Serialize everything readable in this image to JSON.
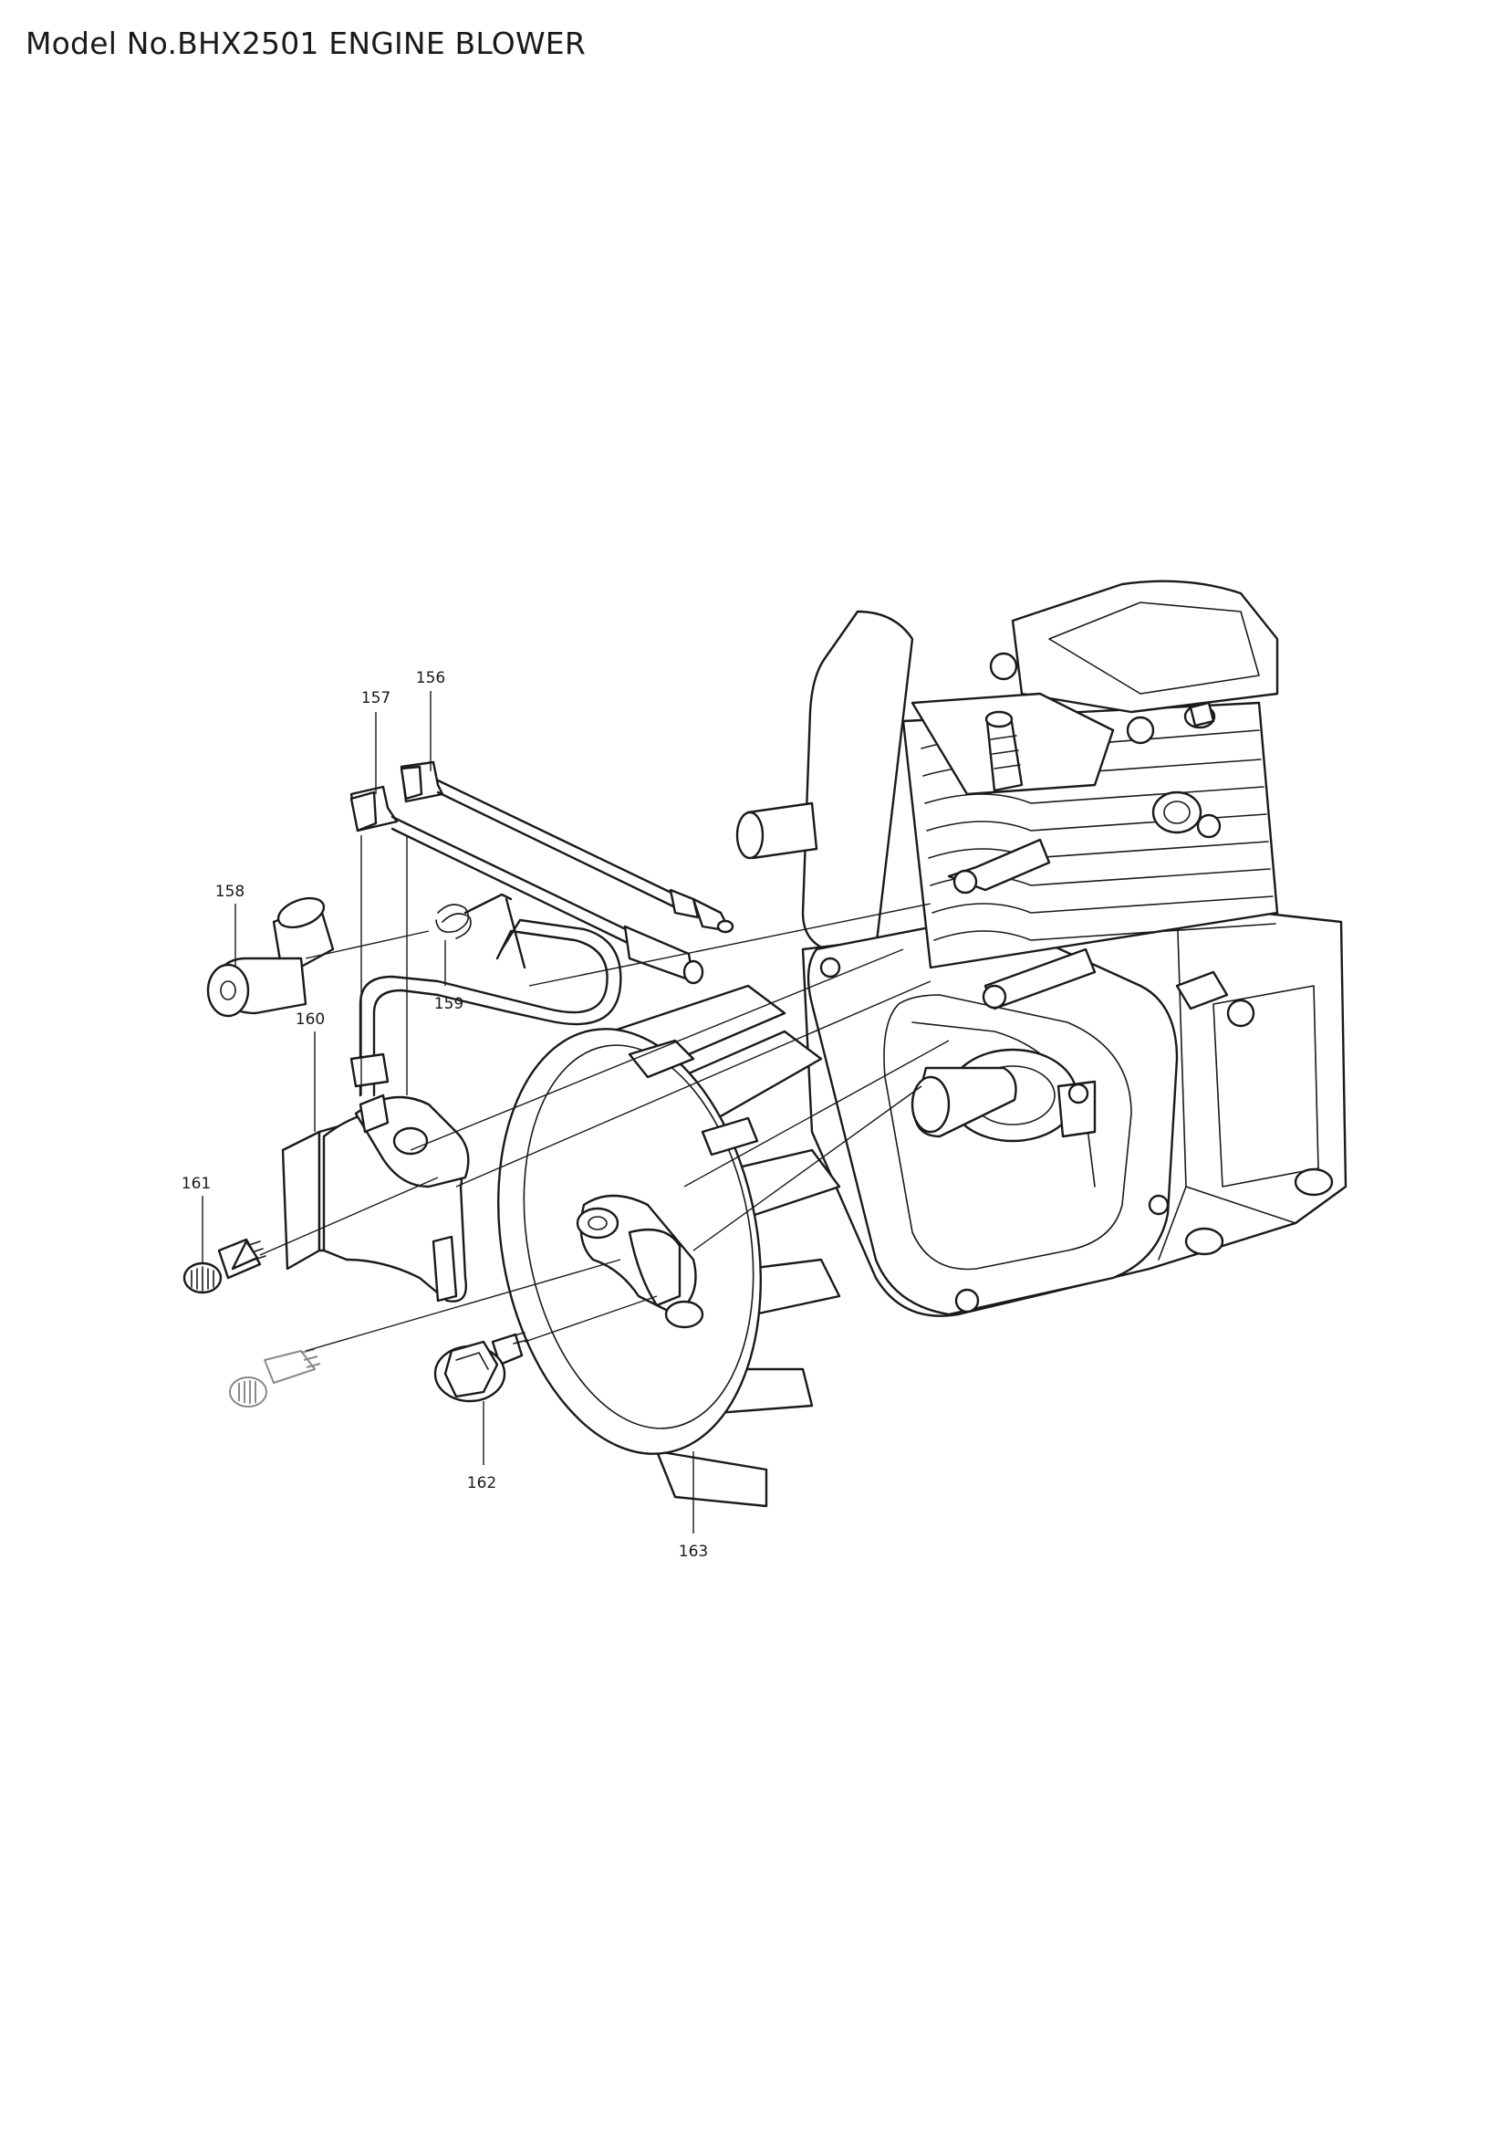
{
  "header": {
    "title": "Model No.BHX2501 ENGINE BLOWER"
  },
  "callouts": [
    {
      "id": "156",
      "label": "156"
    },
    {
      "id": "157",
      "label": "157"
    },
    {
      "id": "158",
      "label": "158"
    },
    {
      "id": "159",
      "label": "159"
    },
    {
      "id": "160",
      "label": "160"
    },
    {
      "id": "161",
      "label": "161"
    },
    {
      "id": "162",
      "label": "162"
    },
    {
      "id": "163",
      "label": "163"
    }
  ],
  "icons": {
    "engine": "engine-block-icon",
    "flywheel": "flywheel-icon",
    "ignition_coil": "ignition-coil-icon"
  }
}
